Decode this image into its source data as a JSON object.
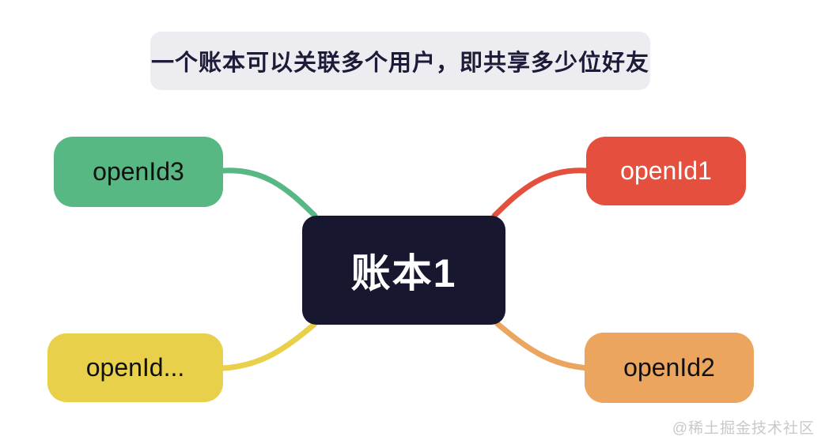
{
  "banner": {
    "text": "一个账本可以关联多个用户，即共享多少位好友",
    "background": "#ececf1",
    "text_color": "#1c1c38"
  },
  "center_node": {
    "label": "账本1",
    "color": "#17172f",
    "text_color": "#ffffff"
  },
  "nodes": [
    {
      "label": "openId3",
      "position": "top-left",
      "color": "#57b883",
      "text_color": "#101010"
    },
    {
      "label": "openId1",
      "position": "top-right",
      "color": "#e5503e",
      "text_color": "#ffffff"
    },
    {
      "label": "openId...",
      "position": "bottom-left",
      "color": "#e8d04b",
      "text_color": "#101010"
    },
    {
      "label": "openId2",
      "position": "bottom-right",
      "color": "#eba55e",
      "text_color": "#101010"
    }
  ],
  "edges": [
    {
      "from": "账本1",
      "to": "openId3",
      "color": "#57b883"
    },
    {
      "from": "账本1",
      "to": "openId1",
      "color": "#e5503e"
    },
    {
      "from": "账本1",
      "to": "openId...",
      "color": "#e8d04b"
    },
    {
      "from": "账本1",
      "to": "openId2",
      "color": "#eba55e"
    }
  ],
  "watermark": {
    "text": "@稀土掘金技术社区"
  }
}
